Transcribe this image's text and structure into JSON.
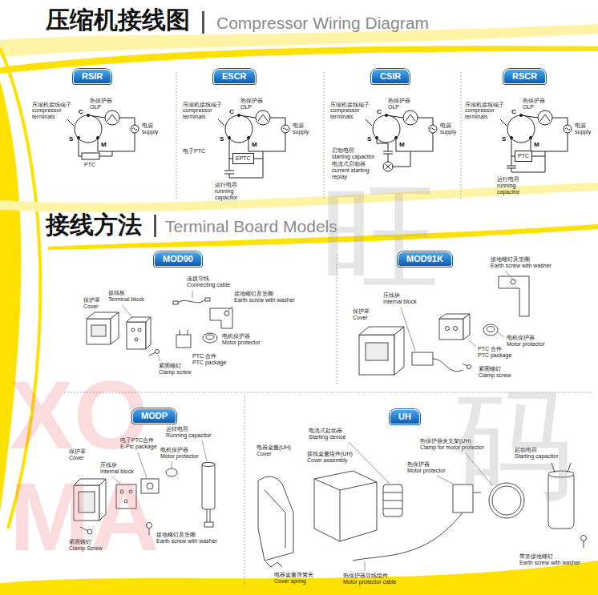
{
  "diagram": {
    "title": "压缩机接线图",
    "nodes": [
      {
        "text": [
          "RSIR"
        ]
      },
      {
        "text": [
          "ESCR"
        ]
      },
      {
        "text": [
          "CSIR"
        ]
      },
      {
        "text": [
          "RSCR"
        ]
      },
      {
        "text": [
          "EPTC"
        ]
      },
      {
        "text": [
          "PTC"
        ]
      },
      {
        "text": [
          "MOD90"
        ]
      },
      {
        "text": [
          "MOD91K"
        ]
      },
      {
        "text": [
          "MODP"
        ]
      },
      {
        "text": [
          "UH"
        ]
      }
    ],
    "labels": [
      "Compressor Wiring Diagram",
      "压缩机接线端子",
      "compressor terminals",
      "热保护器",
      "OLP",
      "C",
      "S",
      "M",
      "电源",
      "supply",
      "PTC",
      "压缩机接线端子",
      "compressor terminals",
      "热保护器",
      "OLP",
      "C",
      "S",
      "M",
      "电源",
      "supply",
      "电子PTC",
      "运行电容",
      "running capacitor",
      "压缩机接线端子",
      "compressor terminals",
      "热保护器",
      "OLP",
      "C",
      "S",
      "M",
      "电源",
      "supply",
      "启动电容",
      "starting capacitor",
      "电流式启动器",
      "current starting replay",
      "压缩机接线端子",
      "compressor terminals",
      "热保护器",
      "OLP",
      "C",
      "S",
      "M",
      "电源",
      "supply",
      "运行电容",
      "running capacitor",
      "接线方法",
      "Terminal Board Models",
      "保护罩",
      "Cover",
      "接线板",
      "Terminal block",
      "连接导线",
      "Connecting cable",
      "接地螺钉及垫圈",
      "Earth screw with washer",
      "电机保护器",
      "Motor protector",
      "PTC 合件",
      "PTC package",
      "紧固螺钉",
      "Clamp screw",
      "接地螺钉及垫圈",
      "Earth screw with washer",
      "压线块",
      "Internal block",
      "保护罩",
      "Cover",
      "电机保护器",
      "Motor protector",
      "PTC 合件",
      "PTC package",
      "紧固螺钉",
      "Clamp screw",
      "保护罩",
      "Cover",
      "电子PTC合件",
      "E-Ptc package",
      "运转电容",
      "Running capacitor",
      "电机保护器",
      "Motor protector",
      "压线块",
      "Internal block",
      "紧固螺钉",
      "Clamp Screw",
      "接地螺钉及垫圈",
      "Earth screw with washer",
      "电器盒盖(UH)",
      "Cover",
      "电流式起动器",
      "Starting device",
      "接线盒盖组件(UH)",
      "Cover assembly",
      "热保护器夹支架(UH)",
      "Clamp for motor protector",
      "起动电容",
      "Starting capacitor",
      "热保护器",
      "Motor protector",
      "电器盒盖弹簧夹",
      "Cover spring",
      "热保护器导线组件",
      "Motor protector cable",
      "带垫接地螺钉",
      "Earth screw with washer",
      "旺",
      "码",
      "XO",
      "MA"
    ]
  }
}
